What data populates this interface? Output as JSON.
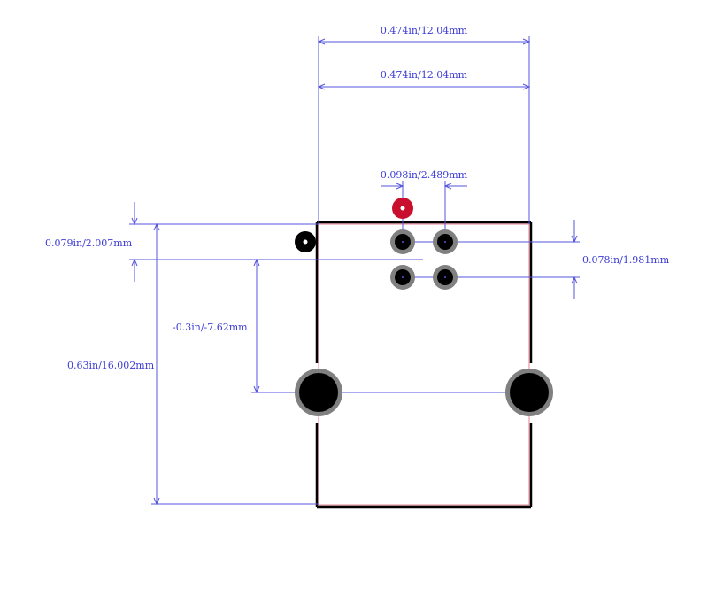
{
  "dimensions": {
    "width_outer": "0.474in/12.04mm",
    "width_inner": "0.474in/12.04mm",
    "pin_pitch_x": "0.098in/2.489mm",
    "pin_offset_y": "0.079in/2.007mm",
    "pin_pitch_y": "0.078in/1.981mm",
    "mount_offset": "-0.3in/-7.62mm",
    "height": "0.63in/16.002mm"
  },
  "colors": {
    "dimension": "#3b3bd6",
    "outline": "#000000",
    "pad_ring": "#808080",
    "drill": "#000000",
    "pin1_marker": "#c8102e",
    "courtyard": "#cc3344"
  }
}
